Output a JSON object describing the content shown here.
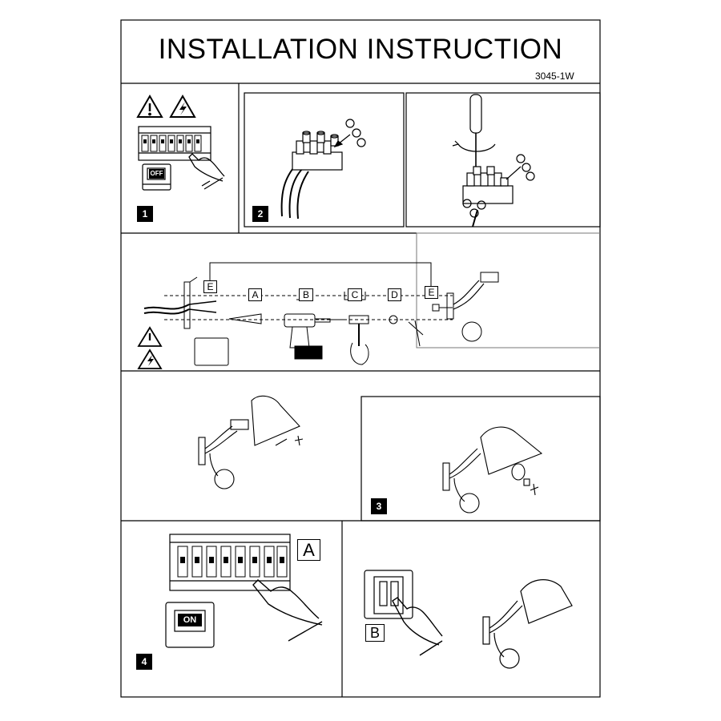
{
  "header": {
    "title": "INSTALLATION INSTRUCTION",
    "model_code": "3045-1W"
  },
  "steps": {
    "step1": "1",
    "step2": "2",
    "step3": "3",
    "step4": "4"
  },
  "labels": {
    "off": "OFF",
    "on": "ON",
    "switch_a": "A",
    "switch_b": "B",
    "part_a": "A",
    "part_b": "B",
    "part_c": "C",
    "part_d": "D",
    "part_e_left": "E",
    "part_e_right": "E"
  },
  "icons": {
    "warning": "warning-triangle-icon",
    "electric": "electric-hazard-icon",
    "screwdriver": "screwdriver-icon",
    "drill": "drill-icon",
    "hammer": "hammer-icon",
    "bulb": "bulb-icon",
    "circuit_breaker": "circuit-breaker-icon"
  }
}
